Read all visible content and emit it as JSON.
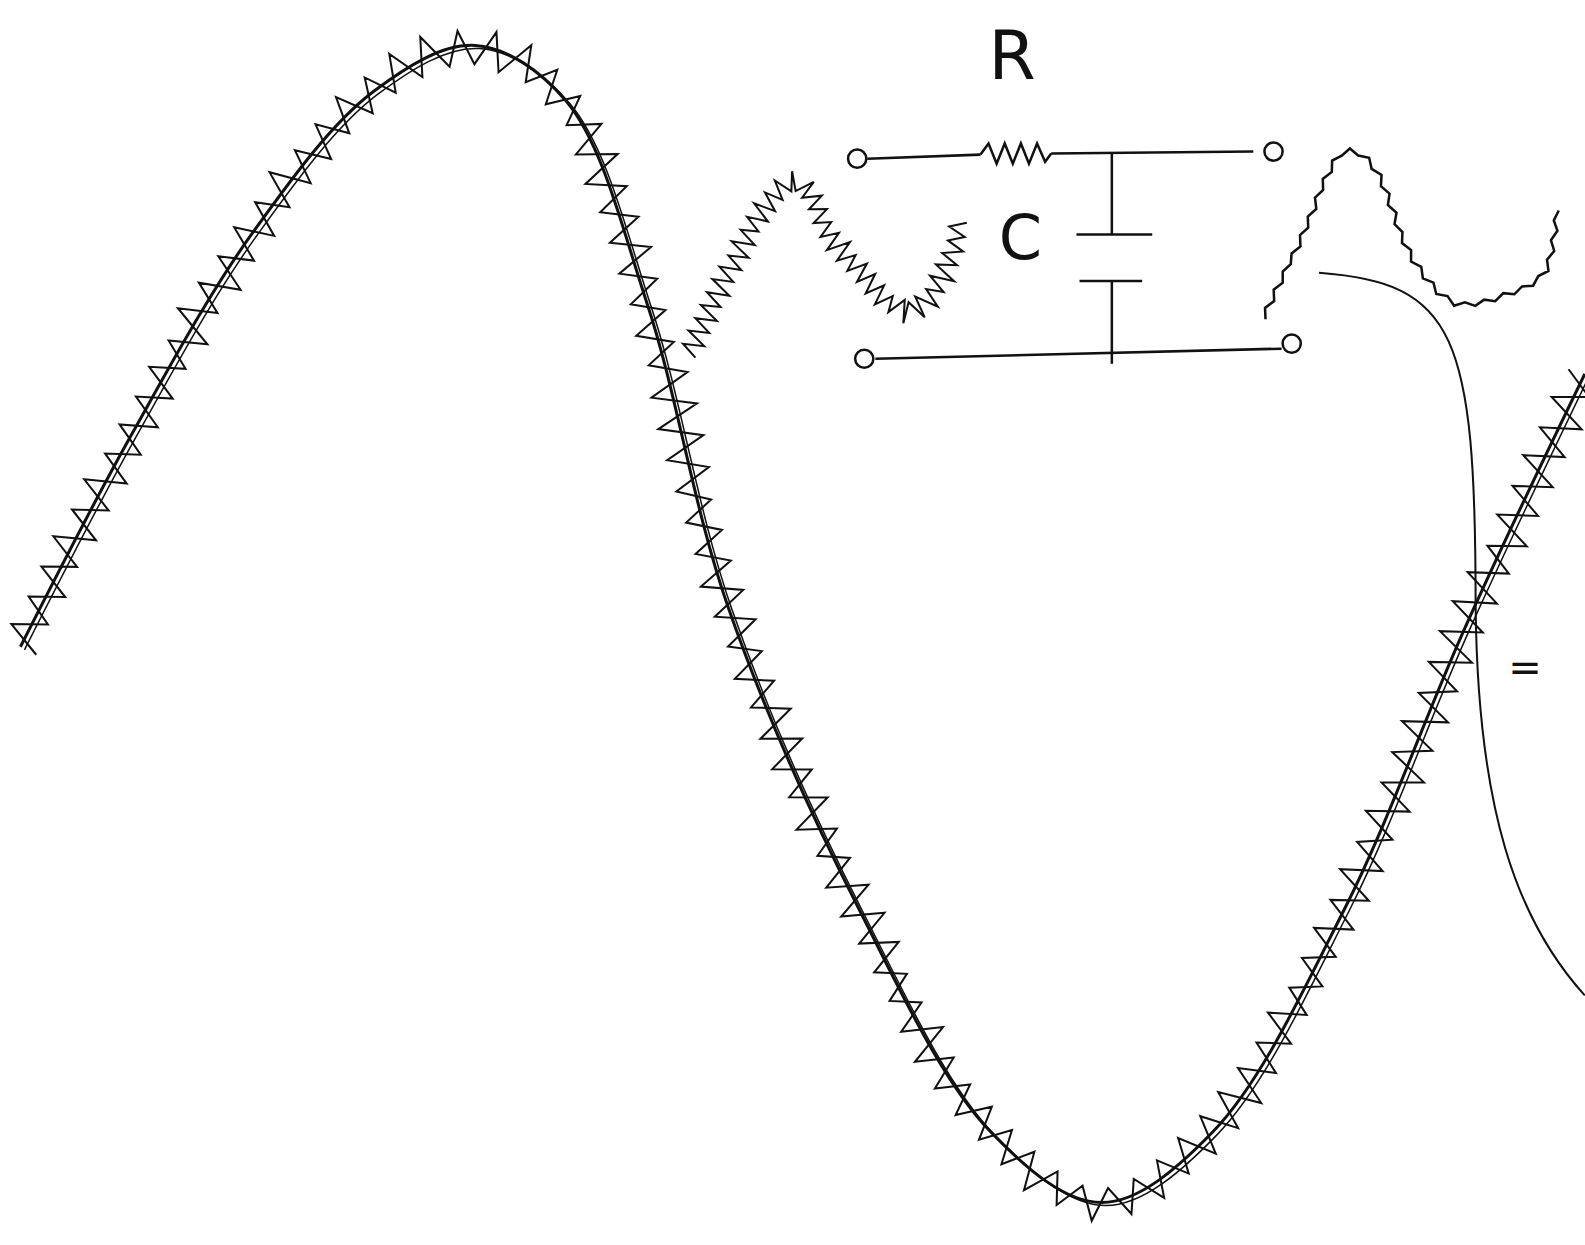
{
  "diagram": {
    "labels": [
      "R",
      "C",
      "="
    ]
  }
}
